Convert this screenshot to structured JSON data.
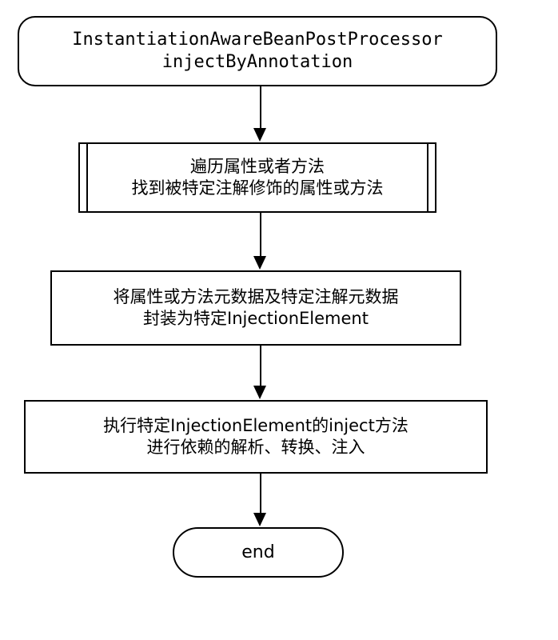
{
  "diagram": {
    "title": "InstantiationAwareBeanPostProcessor injectByAnnotation flow",
    "type": "flowchart",
    "orientation": "top-to-bottom",
    "background_color": "#ffffff",
    "stroke_color": "#000000",
    "nodes": [
      {
        "id": "start",
        "shape": "terminator-rounded",
        "line1": "InstantiationAwareBeanPostProcessor",
        "line2": "injectByAnnotation",
        "text": "InstantiationAwareBeanPostProcessor\ninjectByAnnotation"
      },
      {
        "id": "step1",
        "shape": "subroutine",
        "line1": "遍历属性或者方法",
        "line2": "找到被特定注解修饰的属性或方法",
        "text": "遍历属性或者方法\n找到被特定注解修饰的属性或方法"
      },
      {
        "id": "step2",
        "shape": "process",
        "line1": "将属性或方法元数据及特定注解元数据",
        "line2": "封装为特定InjectionElement",
        "text": "将属性或方法元数据及特定注解元数据\n封装为特定InjectionElement"
      },
      {
        "id": "step3",
        "shape": "process",
        "line1": "执行特定InjectionElement的inject方法",
        "line2": "进行依赖的解析、转换、注入",
        "text": "执行特定InjectionElement的inject方法\n进行依赖的解析、转换、注入"
      },
      {
        "id": "end",
        "shape": "terminator-rounded",
        "line1": "end",
        "text": "end"
      }
    ],
    "edges": [
      {
        "id": "e1",
        "from": "start",
        "to": "step1",
        "label": "",
        "arrow": "down"
      },
      {
        "id": "e2",
        "from": "step1",
        "to": "step2",
        "label": "",
        "arrow": "down"
      },
      {
        "id": "e3",
        "from": "step2",
        "to": "step3",
        "label": "",
        "arrow": "down"
      },
      {
        "id": "e4",
        "from": "step3",
        "to": "end",
        "label": "",
        "arrow": "down"
      }
    ]
  }
}
